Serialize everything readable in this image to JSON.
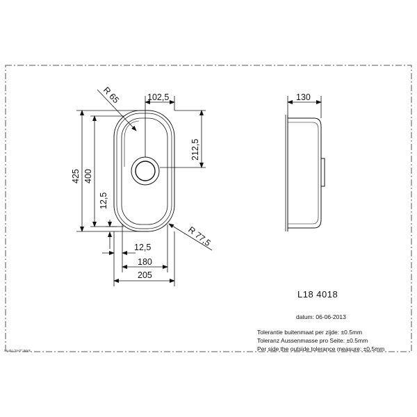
{
  "dimensions": {
    "top_width": "102,5",
    "corner_radius": "R 65",
    "drain_offset": "212,5",
    "outer_height": "425",
    "inner_height": "400",
    "flange_bottom": "12,5",
    "flange_side": "12,5",
    "bottom_radius": "R 77,5",
    "inner_width": "180",
    "outer_width": "205",
    "depth": "130"
  },
  "title_block": {
    "model": "L18 4018",
    "date_label": "datum: 06-06-2013",
    "tolerance_nl": "Tolerantie buitenmaat per zijde: ±0.5mm",
    "tolerance_de": "Toleranz Aussenmasse pro Seite: ±0.5mm",
    "tolerance_en": "Per side the outside tolerance measure: ±0.5mm"
  },
  "stamp": "Studio \"SHT\" Work",
  "colors": {
    "line": "#111111",
    "frame": "#555555"
  }
}
